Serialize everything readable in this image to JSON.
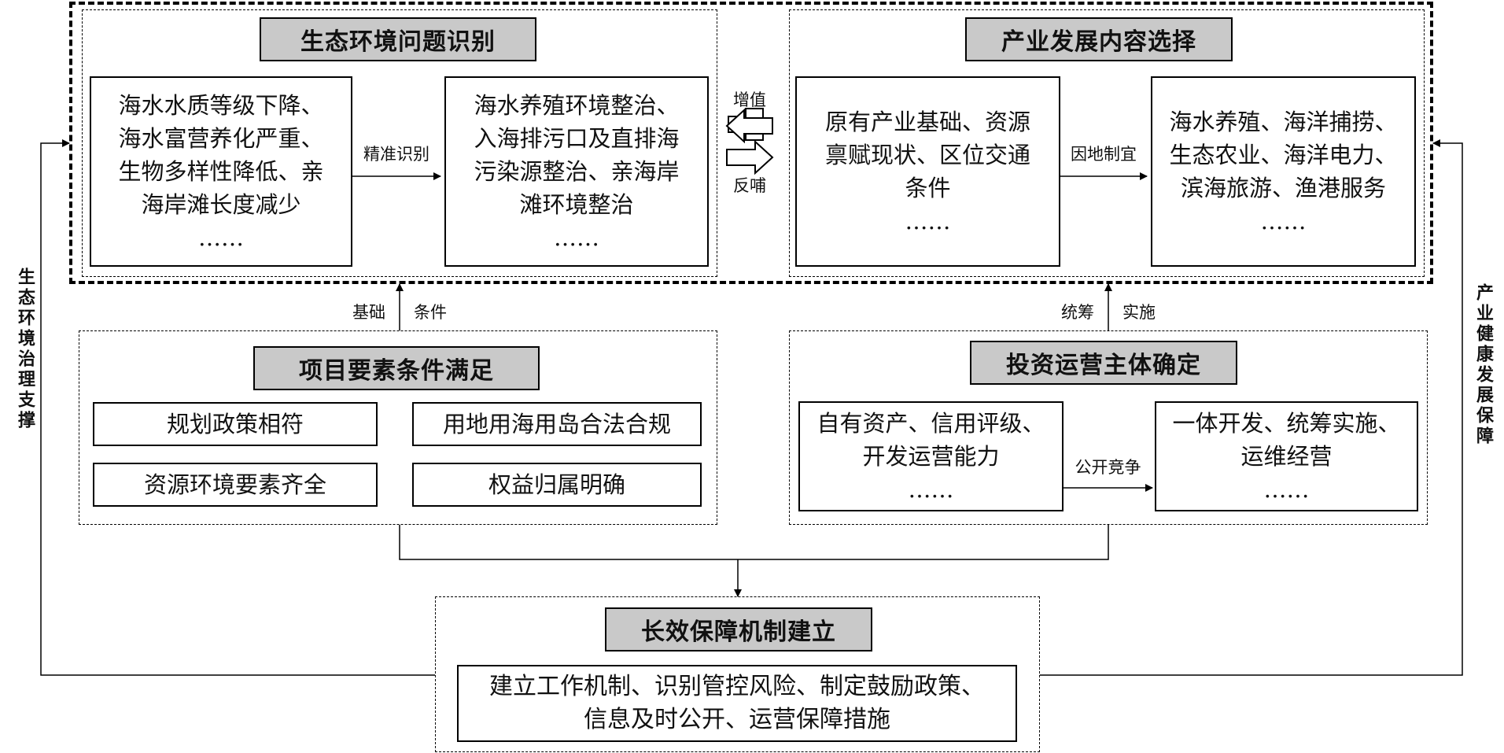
{
  "ecology": {
    "title": "生态环境问题识别",
    "box_left": "海水水质等级下降、\n海水富营养化严重、\n生物多样性降低、亲\n海岸滩长度减少\n……",
    "arrow_label": "精准识别",
    "box_right": "海水养殖环境整治、\n入海排污口及直排海\n污染源整治、亲海岸\n滩环境整治\n……"
  },
  "middle_arrows": {
    "top_label": "增值",
    "bottom_label": "反哺"
  },
  "industry": {
    "title": "产业发展内容选择",
    "box_left": "原有产业基础、资源\n禀赋现状、区位交通\n条件\n……",
    "arrow_label": "因地制宜",
    "box_right": "海水养殖、海洋捕捞、\n生态农业、海洋电力、\n滨海旅游、渔港服务\n……"
  },
  "left_up_labels": {
    "left": "基础",
    "right": "条件"
  },
  "right_up_labels": {
    "left": "统筹",
    "right": "实施"
  },
  "project": {
    "title": "项目要素条件满足",
    "items": [
      "规划政策相符",
      "用地用海用岛合法合规",
      "资源环境要素齐全",
      "权益归属明确"
    ]
  },
  "investment": {
    "title": "投资运营主体确定",
    "box_left": "自有资产、信用评级、\n开发运营能力\n……",
    "arrow_label": "公开竞争",
    "box_right": "一体开发、统筹实施、\n运维经营\n……"
  },
  "guarantee": {
    "title": "长效保障机制建立",
    "content": "建立工作机制、识别管控风险、制定鼓励政策、\n信息及时公开、运营保障措施"
  },
  "side_left": "生态环境治理支撑",
  "side_right": "产业健康发展保障"
}
